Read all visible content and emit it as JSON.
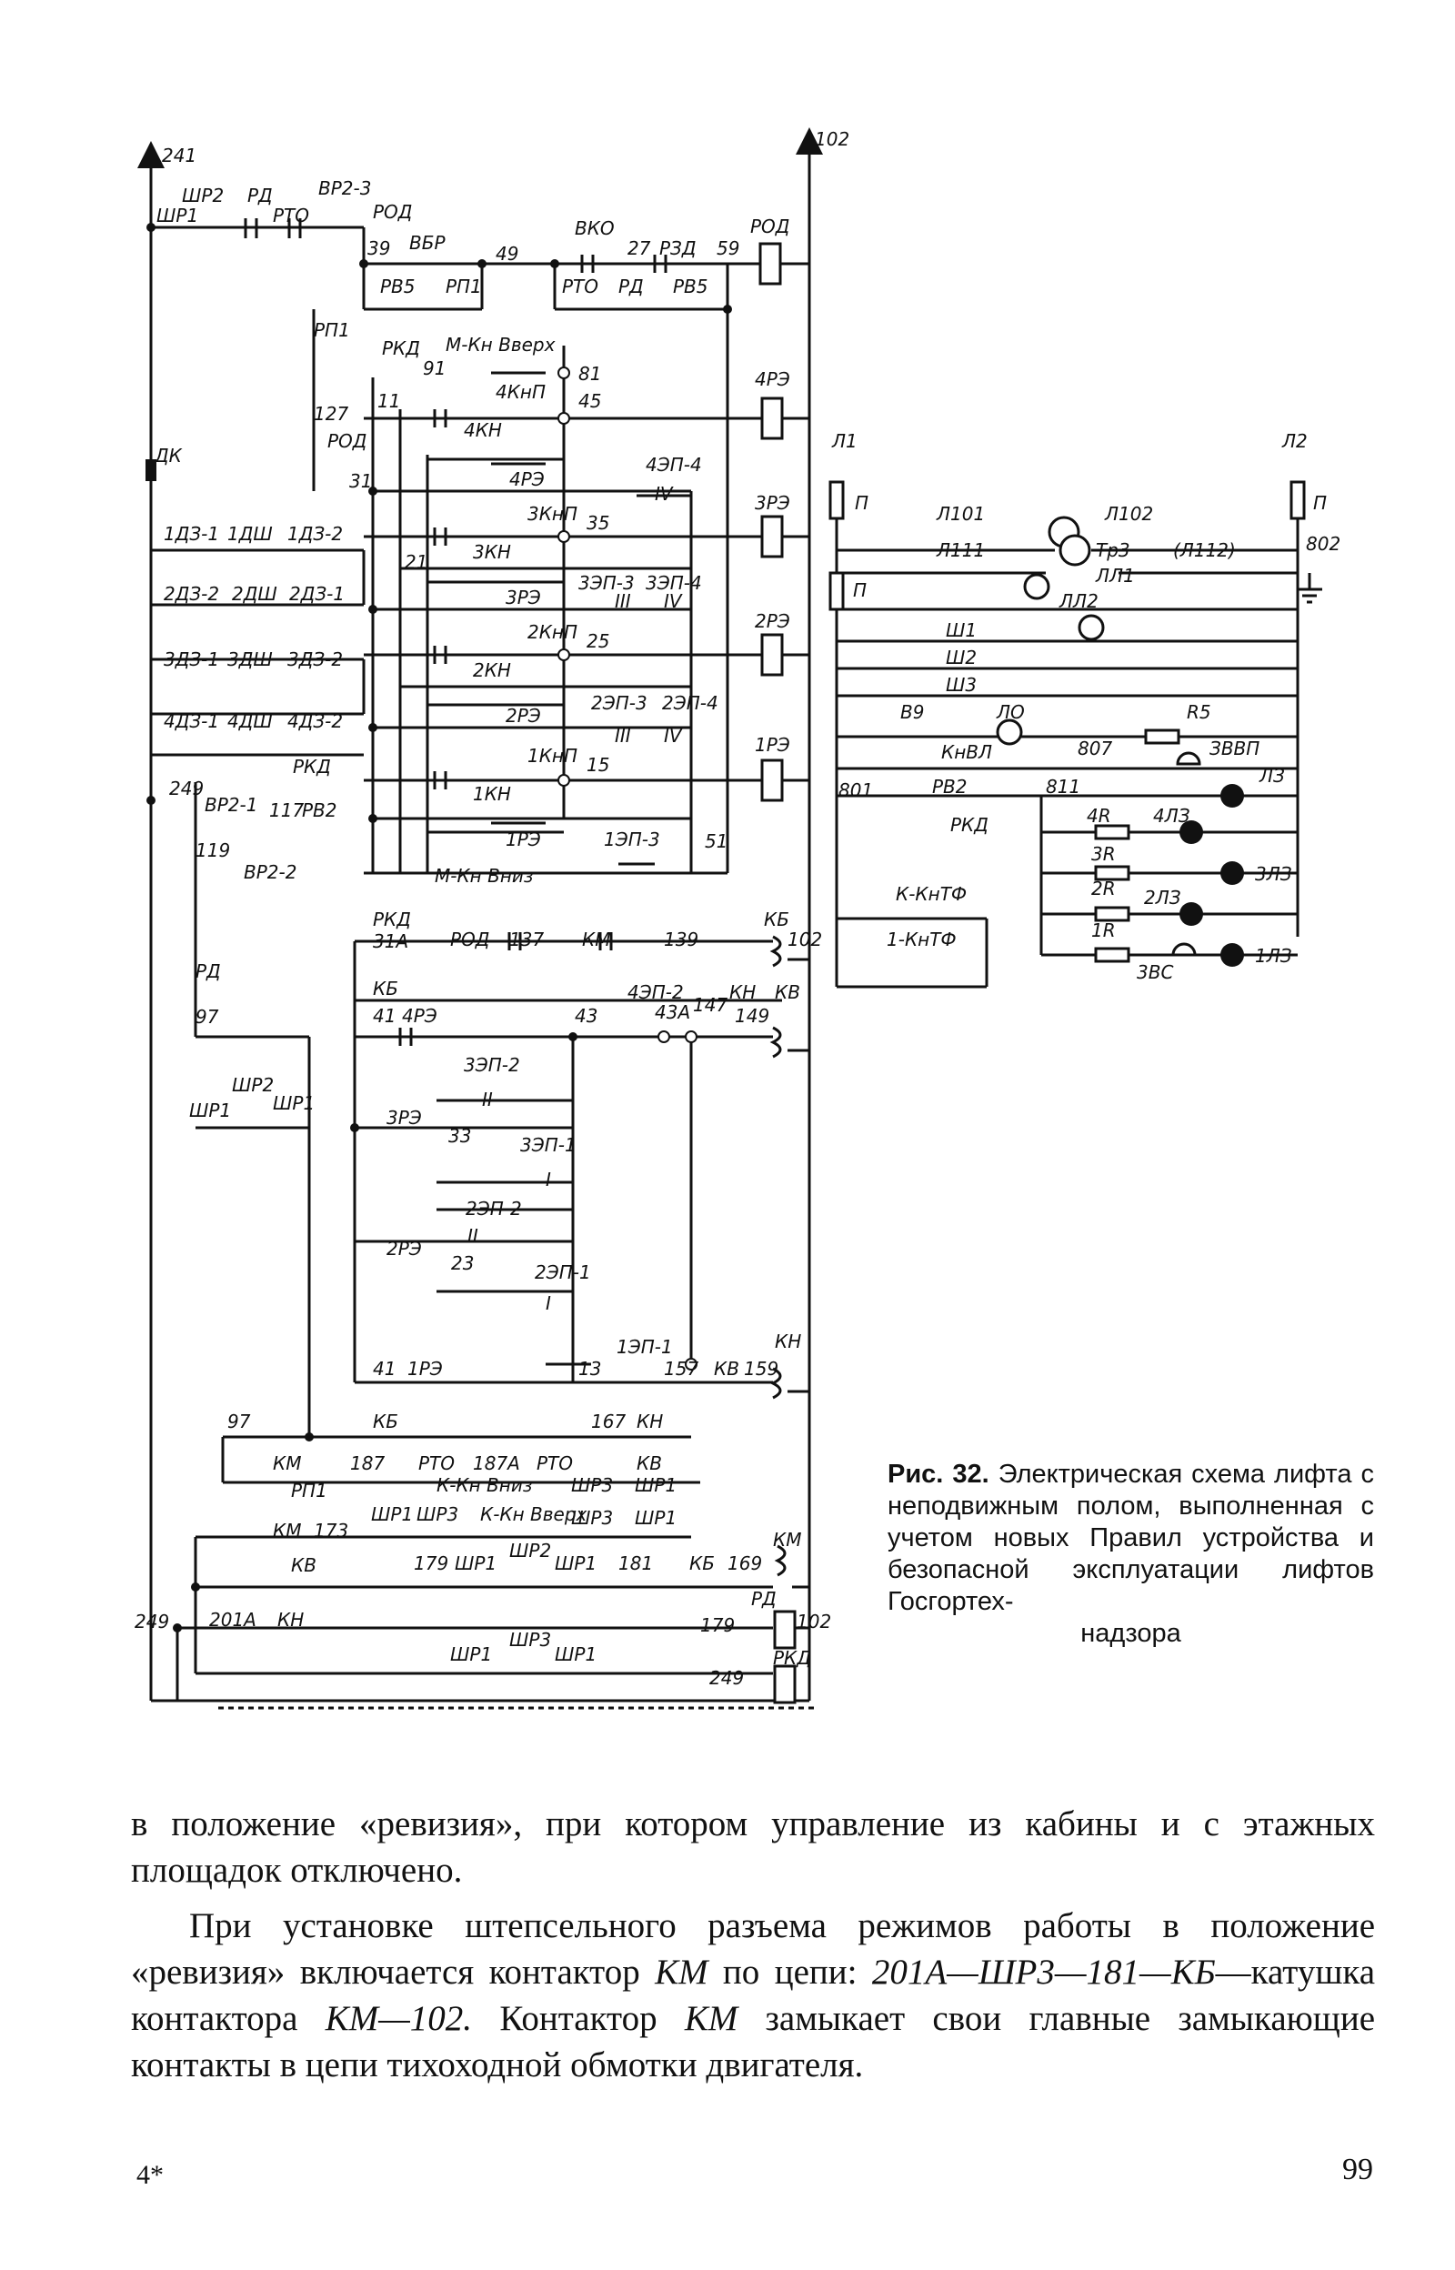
{
  "figure": {
    "caption_number": "Рис. 32.",
    "caption_rest": "Электрическая схема лифта с неподвижным полом, выполненная с учетом новых Правил устройства и безопасной эксплуатации лифтов Госгортех-",
    "caption_last": "надзора",
    "labels": {
      "n241": "241",
      "n102": "102",
      "n49": "49",
      "n27": "27",
      "n59": "59",
      "n39": "39",
      "n91": "91",
      "n81": "81",
      "n45": "45",
      "n127": "127",
      "n11": "11",
      "n31": "31",
      "n35": "35",
      "n25": "25",
      "n21": "21",
      "n15": "15",
      "n249": "249",
      "n117": "117",
      "n119": "119",
      "n51": "51",
      "n31A": "31А",
      "n137": "137",
      "n139": "139",
      "n41": "41",
      "n43": "43",
      "n43A": "43А",
      "n147": "147",
      "n149": "149",
      "n33": "33",
      "n23": "23",
      "n13": "13",
      "n157": "157",
      "n159": "159",
      "n97": "97",
      "n167": "167",
      "n187": "187",
      "n187A": "187А",
      "n173": "173",
      "n179": "179",
      "n181": "181",
      "n169": "169",
      "n201A": "201А",
      "n807": "807",
      "n801": "801",
      "n811": "811",
      "n802": "802",
      "ШР2": "ШР2",
      "ШР1": "ШР1",
      "ШР3": "ШР3",
      "РД": "РД",
      "РТО": "РТО",
      "ВР2-3": "ВР2-3",
      "РОД": "РОД",
      "ВБР": "ВБР",
      "ВКО": "ВКО",
      "РЗД": "РЗД",
      "РВ5": "РВ5",
      "РП1": "РП1",
      "РКД": "РКД",
      "МКнВверх": "М-Кн  Вверх",
      "4КнП": "4КнП",
      "4КН": "4КН",
      "4РЭ": "4РЭ",
      "4ЭП-4": "4ЭП-4",
      "3КнП": "3КнП",
      "3КН": "3КН",
      "3РЭ": "3РЭ",
      "3ЭП-3": "3ЭП-3",
      "3ЭП-4": "3ЭП-4",
      "2КнП": "2КнП",
      "2КН": "2КН",
      "2РЭ": "2РЭ",
      "2ЭП-3": "2ЭП-3",
      "2ЭП-4": "2ЭП-4",
      "1КнП": "1КнП",
      "1КН": "1КН",
      "1РЭ": "1РЭ",
      "1ЭП-3": "1ЭП-3",
      "ДК": "ДК",
      "1ДЗ-1": "1ДЗ-1",
      "1ДШ": "1ДШ",
      "1ДЗ-2": "1ДЗ-2",
      "2ДЗ-2": "2ДЗ-2",
      "2ДШ": "2ДШ",
      "2ДЗ-1": "2ДЗ-1",
      "3ДЗ-1": "3ДЗ-1",
      "3ДШ": "3ДШ",
      "3ДЗ-2": "3ДЗ-2",
      "4ДЗ-1": "4ДЗ-1",
      "4ДШ": "4ДШ",
      "4ДЗ-2": "4ДЗ-2",
      "ВР2-1": "ВР2-1",
      "РВ2": "РВ2",
      "ВР2-2": "ВР2-2",
      "МКнВниз": "М-Кн  Вниз",
      "КМ": "КМ",
      "КБ": "КБ",
      "КН": "КН",
      "КВ": "КВ",
      "4ЭП-2": "4ЭП-2",
      "3ЭП-2": "3ЭП-2",
      "3ЭП-1": "3ЭП-1",
      "2ЭП-2": "2ЭП-2",
      "2ЭП-1": "2ЭП-1",
      "1ЭП-1": "1ЭП-1",
      "КнВниз": "К-Кн Вниз",
      "КнВверх": "К-Кн Вверх",
      "Л1": "Л1",
      "Л2": "Л2",
      "П": "П",
      "Л101": "Л101",
      "Л102": "Л102",
      "Л111": "Л111",
      "Тр3": "Тр3",
      "Л112": "(Л112)",
      "ЛЛ1": "ЛЛ1",
      "ЛЛ2": "ЛЛ2",
      "Ш1": "Ш1",
      "Ш2": "Ш2",
      "Ш3": "Ш3",
      "В9": "В9",
      "ЛО": "ЛО",
      "R5": "R5",
      "КнВЛ": "КнВЛ",
      "ЗВВП": "ЗВВП",
      "ЛЗ": "ЛЗ",
      "4R": "4R",
      "4ЛЗ": "4ЛЗ",
      "3R": "3R",
      "3ЛЗ": "3ЛЗ",
      "2R": "2R",
      "2ЛЗ": "2ЛЗ",
      "1R": "1R",
      "1ЛЗ": "1ЛЗ",
      "3ВС": "3ВС",
      "КнТФ": "К-КнТФ",
      "1КнТФ": "1-КнТФ",
      "I": "I",
      "II": "II",
      "III": "III",
      "IV": "IV"
    }
  },
  "text": {
    "paragraph1": "в положение «ревизия», при котором управление из кабины и с этажных площадок отключено.",
    "p2_a": "При установке штепсельного разъема режимов работы в положение «ревизия» включается контактор",
    "p2_km1": "КМ",
    "p2_b": "по цепи:",
    "p2_chain": "201А—ШР3—181—КБ",
    "p2_c": "—катушка контактора",
    "p2_coil": "КМ—102.",
    "p2_d": "Контактор",
    "p2_km2": "КМ",
    "p2_e": "замыкает свои главные замыкающие контакты в цепи тихоходной обмотки двигателя."
  },
  "footer": {
    "signature_mark": "4*",
    "page_number": "99"
  }
}
